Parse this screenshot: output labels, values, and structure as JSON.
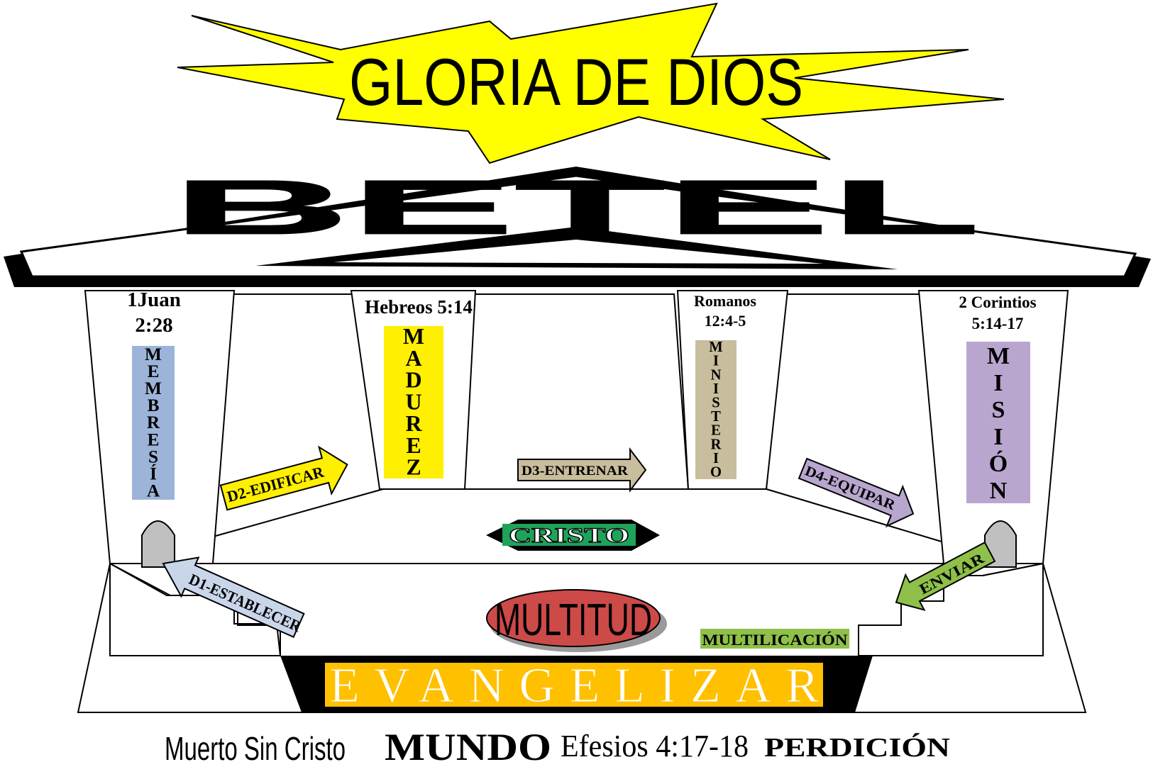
{
  "title": "GLORIA DE DIOS",
  "roof_label": "BETEL",
  "columns": [
    {
      "reference": [
        "1Juan",
        "2:28"
      ],
      "word": "MEMBRESÍA",
      "color": "#9db4d9"
    },
    {
      "reference": [
        "Hebreos 5:14"
      ],
      "word": "MADUREZ",
      "color": "#ffef00"
    },
    {
      "reference": [
        "Romanos",
        "12:4-5"
      ],
      "word": "MINISTERIO",
      "color": "#c8bd9c"
    },
    {
      "reference": [
        "2 Corintios",
        "5:14-17"
      ],
      "word": "MISIÓN",
      "color": "#b9a6cf"
    }
  ],
  "arrows": [
    {
      "label": "D1-ESTABLECER",
      "color": "#c9d6ea"
    },
    {
      "label": "D2-EDIFICAR",
      "color": "#ffef00"
    },
    {
      "label": "D3-ENTRENAR",
      "color": "#c8bd9c"
    },
    {
      "label": "D4-EQUIPAR",
      "color": "#b9a6cf"
    },
    {
      "label": "ENVIAR",
      "color": "#8fc04a"
    }
  ],
  "center": {
    "label": "CRISTO",
    "color": "#1fa25a"
  },
  "multitud": {
    "label": "MULTITUD",
    "color": "#cc4a48"
  },
  "multiplicacion": {
    "label": "MULTILICACIÓN",
    "color": "#8fc04a"
  },
  "evangelizar": {
    "label": "EVANGELIZAR",
    "color": "#ffc000"
  },
  "footer": {
    "left": "Muerto Sin Cristo",
    "mundo": "MUNDO",
    "reference": "Efesios 4:17-18",
    "right": "PERDICIÓN"
  },
  "colors": {
    "burst": "#ffff00",
    "black": "#000000",
    "door": "#c0c0c0"
  }
}
